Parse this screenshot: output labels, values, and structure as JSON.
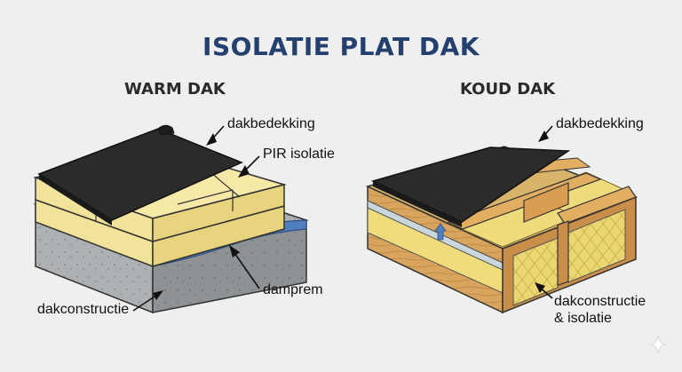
{
  "title": "ISOLATIE PLAT DAK",
  "warm": {
    "heading": "WARM DAK",
    "labels": {
      "dakbedekking": "dakbedekking",
      "pir": "PIR isolatie",
      "damprem": "damprem",
      "dakconstructie": "dakconstructie"
    }
  },
  "koud": {
    "heading": "KOUD DAK",
    "labels": {
      "dakbedekking": "dakbedekking",
      "construct_line1": "dakconstructie",
      "construct_line2": "& isolatie"
    }
  },
  "colors": {
    "title": "#24406f",
    "roofing": "#2b2b2b",
    "pir": "#f2e39a",
    "vapor": "#4f7fc0",
    "concrete": "#a9acae",
    "wood": "#d9a55e",
    "wool": "#e8d36a"
  }
}
